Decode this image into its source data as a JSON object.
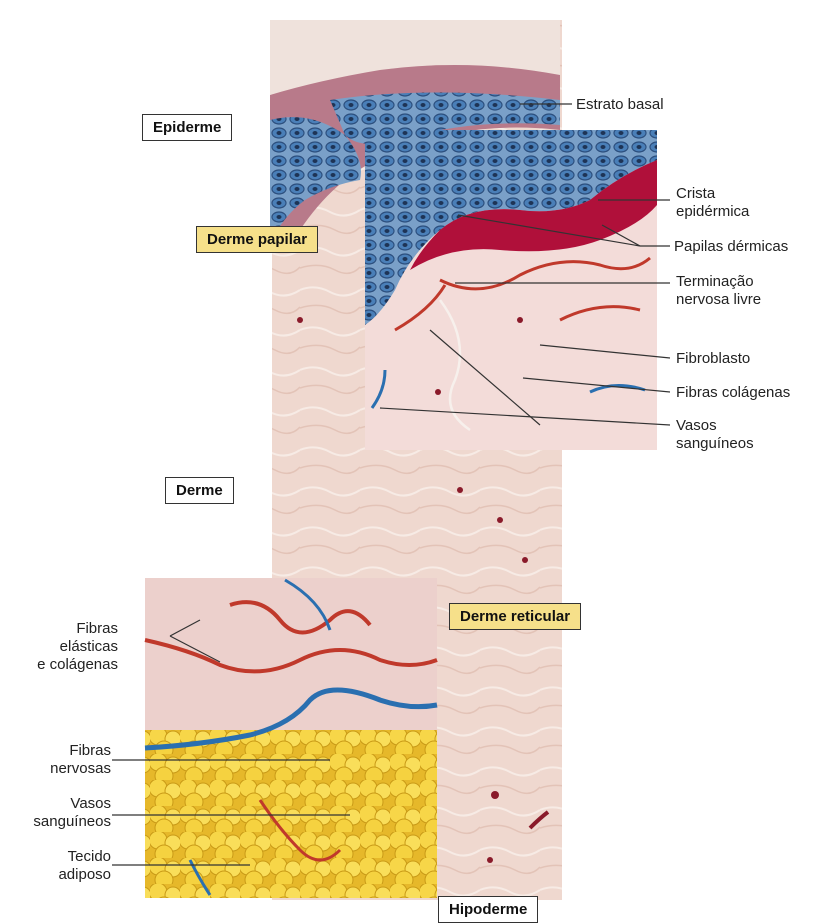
{
  "diagram": {
    "region_boxes": {
      "epiderme": "Epiderme",
      "derme_papilar": "Derme papilar",
      "derme": "Derme",
      "derme_reticular": "Derme reticular",
      "hipoderme": "Hipoderme"
    },
    "right_labels": {
      "estrato_basal": "Estrato basal",
      "crista_1": "Crista",
      "crista_2": "epidérmica",
      "papilas": "Papilas dérmicas",
      "terminacao_1": "Terminação",
      "terminacao_2": "nervosa livre",
      "fibroblasto": "Fibroblasto",
      "fibras_colagenas": "Fibras colágenas",
      "vasos_1": "Vasos",
      "vasos_2": "sanguíneos"
    },
    "left_labels": {
      "elasticas_1": "Fibras",
      "elasticas_2": "elásticas",
      "elasticas_3": "e colágenas",
      "nervosas_1": "Fibras",
      "nervosas_2": "nervosas",
      "vasos_1": "Vasos",
      "vasos_2": "sanguíneos",
      "tecido_1": "Tecido",
      "tecido_2": "adiposo"
    },
    "colors": {
      "dermis": "#ecd3cc",
      "papillary": "#f2d4d6",
      "epidermis_cells": "#4a8fc9",
      "papillae": "#b0103a",
      "vessel_red": "#c0392b",
      "vessel_blue": "#2a6fb0",
      "adipose": "#f4d03f",
      "label_box": "#f6e08a"
    }
  }
}
